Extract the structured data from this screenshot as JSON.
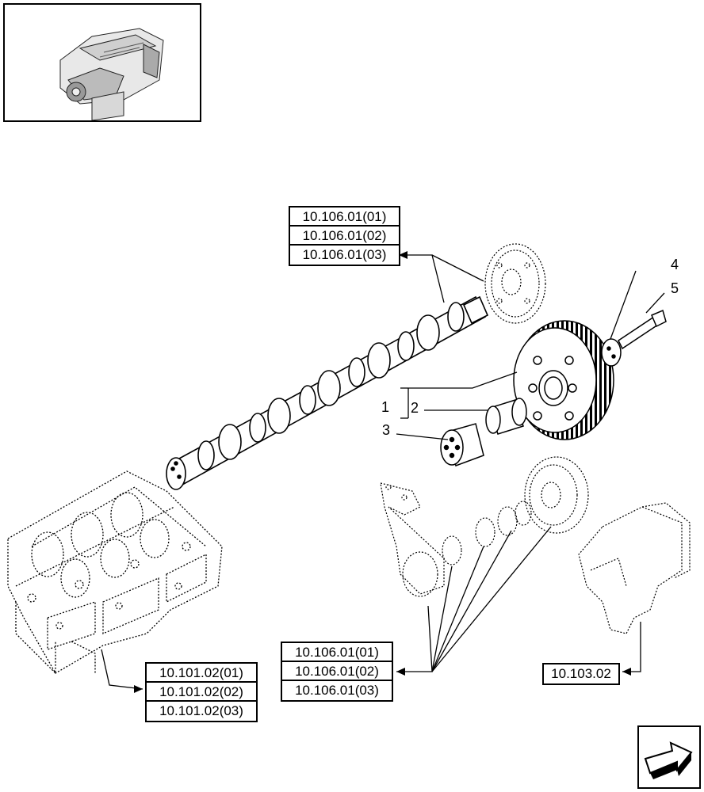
{
  "refs": {
    "top_group": [
      "10.106.01(01)",
      "10.106.01(02)",
      "10.106.01(03)"
    ],
    "bottom_middle_group": [
      "10.106.01(01)",
      "10.106.01(02)",
      "10.106.01(03)"
    ],
    "bottom_left_group": [
      "10.101.02(01)",
      "10.101.02(02)",
      "10.101.02(03)"
    ],
    "crankshaft_ref": "10.103.02"
  },
  "callouts": [
    "1",
    "2",
    "3",
    "4",
    "5"
  ],
  "icons": {
    "thumbnail": "engine-thumbnail-icon",
    "nav": "next-page-arrow-icon"
  }
}
